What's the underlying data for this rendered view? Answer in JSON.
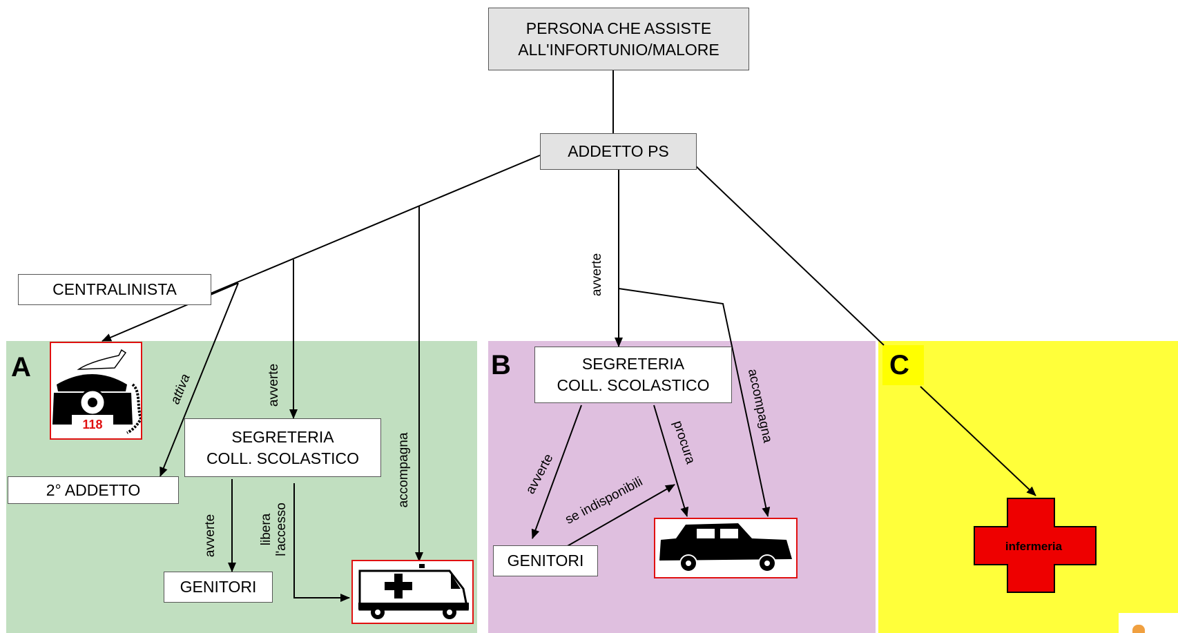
{
  "zones": {
    "a": {
      "letter": "A",
      "color": "#c1dfc0"
    },
    "b": {
      "letter": "B",
      "color": "#dfbfdf"
    },
    "c": {
      "letter": "C",
      "color": "#ffff3a"
    }
  },
  "nodes": {
    "persona": "PERSONA CHE ASSISTE\nALL'INFORTUNIO/MALORE",
    "addetto_ps": "ADDETTO PS",
    "centralinista": "CENTRALINISTA",
    "secondo_addetto": "2° ADDETTO",
    "segreteria_a": "SEGRETERIA\nCOLL. SCOLASTICO",
    "genitori_a": "GENITORI",
    "segreteria_b": "SEGRETERIA\nCOLL. SCOLASTICO",
    "genitori_b": "GENITORI"
  },
  "edge_labels": {
    "attiva": "attiva",
    "avverte_a1": "avverte",
    "accompagna_a": "accompagna",
    "avverte_a2": "avverte",
    "libera_accesso": "libera\nl'accesso",
    "avverte_b1": "avverte",
    "accompagna_b": "accompagna",
    "avverte_b2": "avverte",
    "procura": "procura",
    "se_indisponibili": "se indisponibili"
  },
  "images": {
    "phone_number": "118",
    "infermeria": "infermeria"
  },
  "colors": {
    "cross_red": "#ee0000",
    "frame_red": "#e01010",
    "box_gray": "#e3e3e3"
  },
  "icons": [
    "telephone-icon",
    "ambulance-icon",
    "car-icon",
    "red-cross-icon"
  ]
}
